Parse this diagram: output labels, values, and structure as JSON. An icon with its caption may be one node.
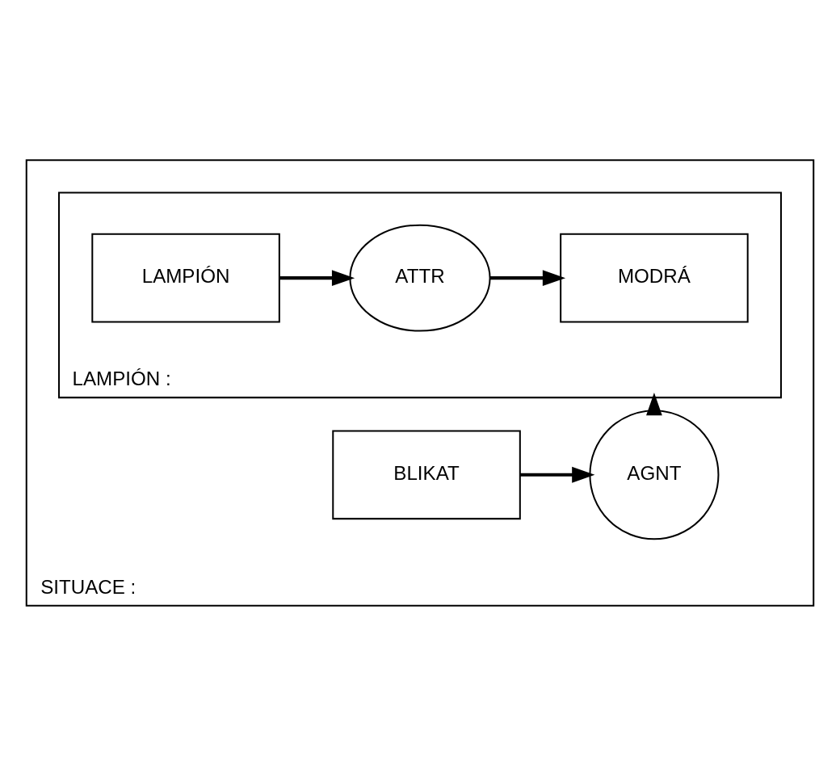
{
  "diagram": {
    "nodes": [
      {
        "text": [
          "SITUACE :"
        ]
      },
      {
        "text": [
          "LAMPIÓN :"
        ],
        "in": 0
      },
      {
        "text": [
          "LAMPIÓN"
        ],
        "in": 1
      },
      {
        "text": [
          "ATTR"
        ],
        "in": 1
      },
      {
        "text": [
          "MODRÁ"
        ],
        "in": 1
      },
      {
        "text": [
          "AGNT"
        ],
        "in": 0
      },
      {
        "text": [
          "BLIKAT"
        ],
        "in": 0
      }
    ],
    "edges": [
      {
        "from": 2,
        "to": 3,
        "arrow": "to"
      },
      {
        "from": 3,
        "to": 4,
        "arrow": "to"
      },
      {
        "from": 6,
        "to": 5,
        "arrow": "to"
      },
      {
        "from": 5,
        "to": 1,
        "arrow": "to"
      }
    ]
  }
}
